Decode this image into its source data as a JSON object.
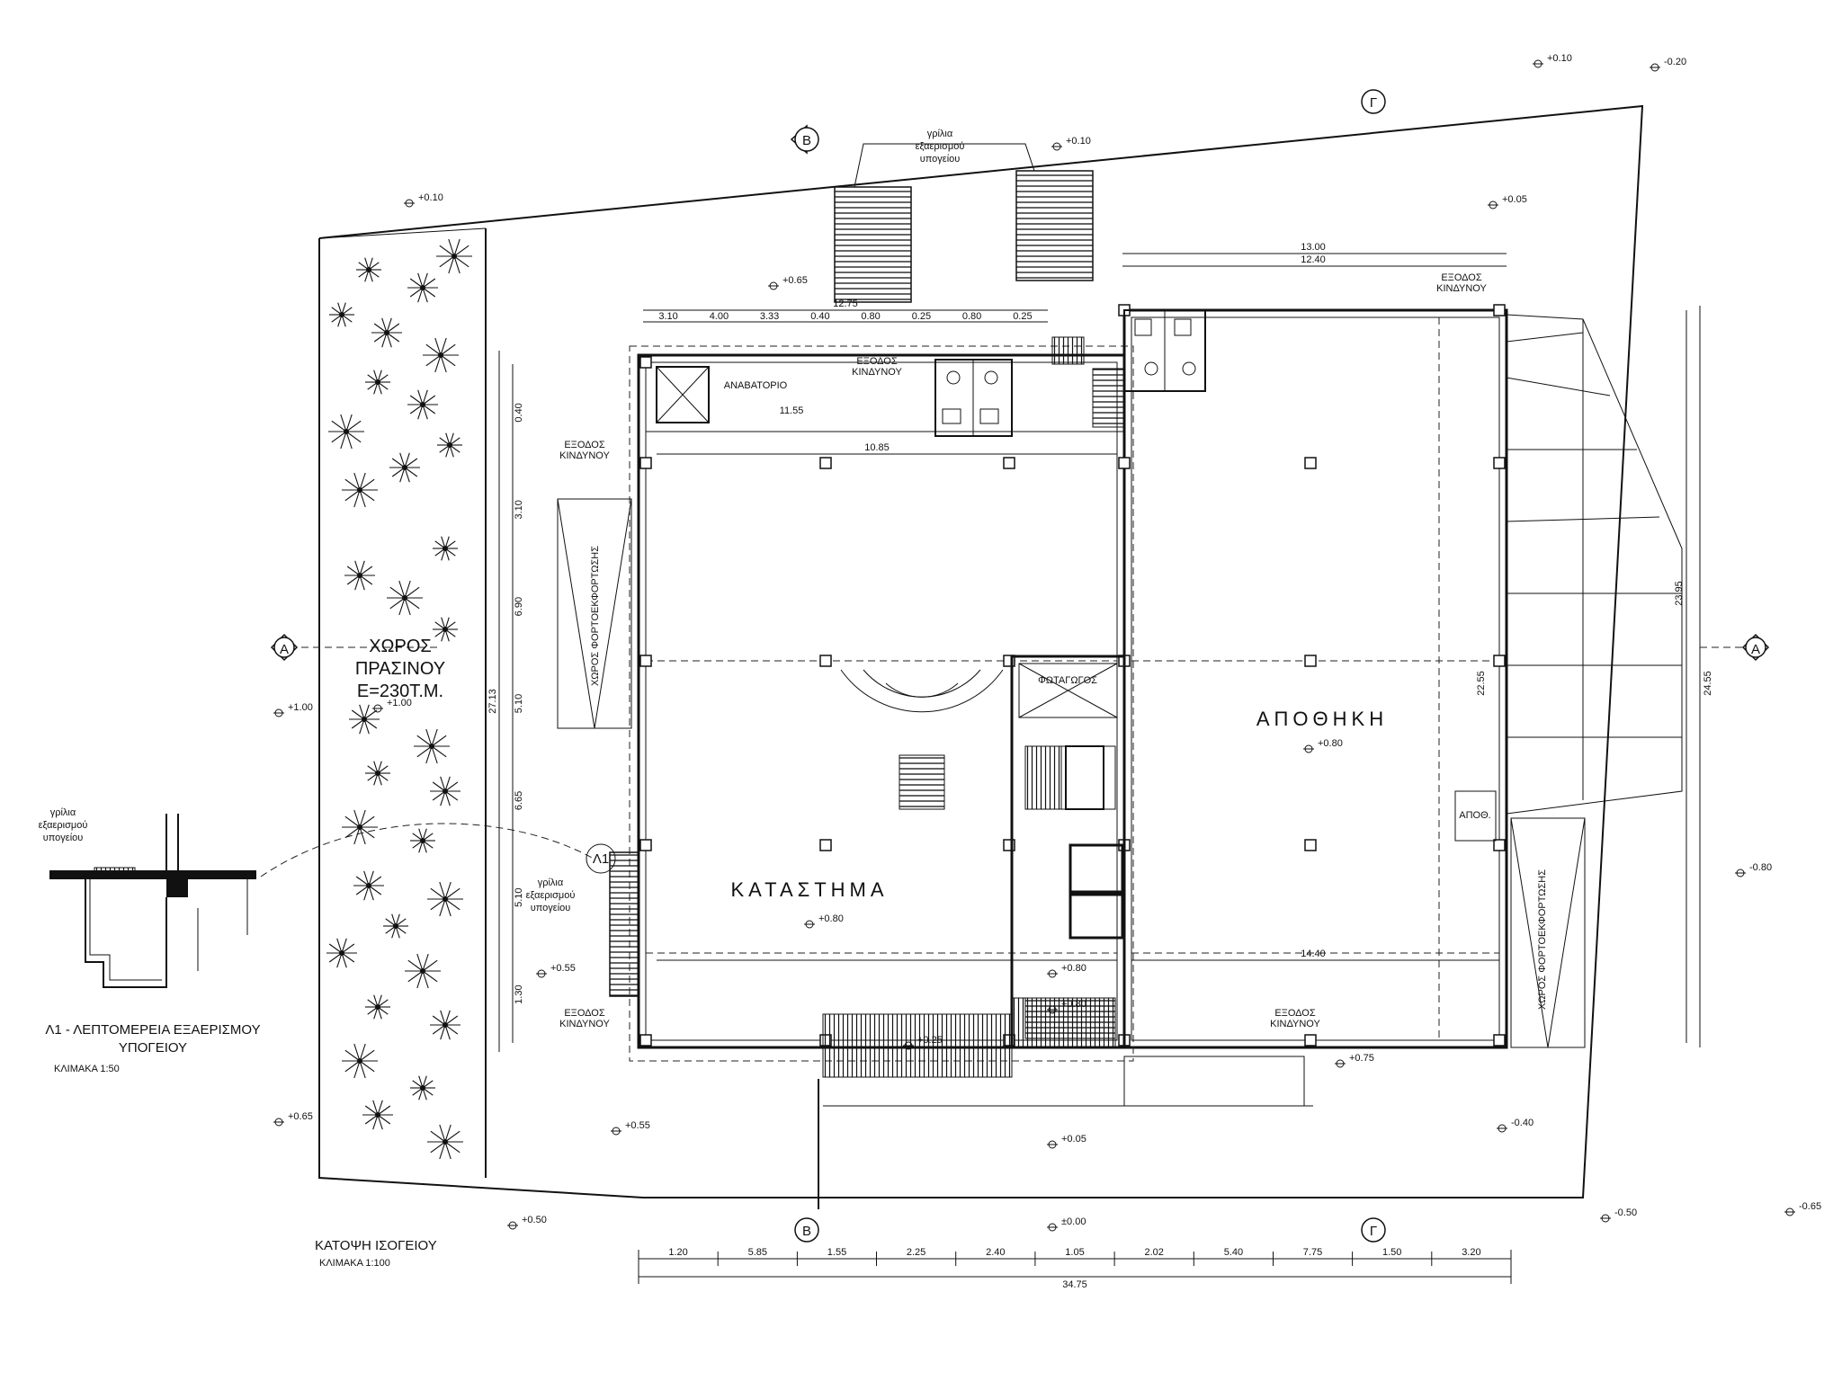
{
  "drawing": {
    "plan_title": "ΚΑΤΟΨΗ ΙΣΟΓΕΙΟΥ",
    "plan_scale": "ΚΛΙΜΑΚΑ 1:100",
    "detail_title": "Λ1 - ΛΕΠΤΟΜΕΡΕΙΑ ΕΞΑΕΡΙΣΜΟΥ",
    "detail_title2": "ΥΠΟΓΕΙΟΥ",
    "detail_scale": "ΚΛΙΜΑΚΑ 1:50",
    "detail_ref": "Λ1"
  },
  "rooms": {
    "green_space_1": "ΧΩΡΟΣ",
    "green_space_2": "ΠΡΑΣΙΝΟΥ",
    "green_space_area": "Ε=230Τ.Μ.",
    "shop": "ΚΑΤΑΣΤΗΜΑ",
    "storage": "ΑΠΟΘΗΚΗ",
    "loading_left": "ΧΩΡΟΣ ΦΟΡΤΟΕΚΦΟΡΤΩΣΗΣ",
    "loading_right": "ΧΩΡΟΣ ΦΟΡΤΟΕΚΦΟΡΤΩΣΗΣ",
    "elevator": "ΑΝΑΒΑΤΟΡΙΟ",
    "lightwell": "ΦΩΤΑΓΩΓΟΣ",
    "storeroom": "ΑΠΟΘ."
  },
  "labels": {
    "vent_top_1": "γρίλια",
    "vent_top_2": "εξαερισμού",
    "vent_top_3": "υπογείου",
    "vent_left_1": "γρίλια",
    "vent_left_2": "εξαερισμού",
    "vent_left_3": "υπογείου",
    "detail_vent_1": "γρίλια",
    "detail_vent_2": "εξαερισμού",
    "detail_vent_3": "υπογείου",
    "exit_1": "ΕΞΟΔΟΣ",
    "exit_2": "ΚΙΝΔΥΝΟΥ"
  },
  "sections": {
    "a": "Α",
    "b": "Β",
    "g": "Γ"
  },
  "levels": {
    "top_right_1": "+0.10",
    "top_right_2": "-0.20",
    "top_mid": "+0.10",
    "top_left": "+0.10",
    "right_upper": "+0.05",
    "left_court": "+0.65",
    "green_left": "+1.00",
    "green_inner": "+1.00",
    "shop": "+0.80",
    "storage": "+0.80",
    "corridor_1": "+0.80",
    "corridor_2": "+0.80",
    "side_left": "+0.55",
    "green_bottom": "+0.65",
    "court_bottom": "+0.55",
    "entry_stair": "+0.25",
    "right_entry": "+0.75",
    "front_mid": "+0.05",
    "front_right": "-0.40",
    "right_edge": "-0.80",
    "bottom_left": "+0.50",
    "bottom_mid": "±0.00",
    "bottom_right": "-0.50",
    "bottom_far_right": "-0.65"
  },
  "dimensions": {
    "top_total": "12.75",
    "top_segments": [
      "3.10",
      "4.00",
      "3.33",
      "0.40",
      "0.80",
      "0.25",
      "0.80",
      "0.25"
    ],
    "right_top_total": "13.00",
    "right_top_inner": "12.40",
    "left_vertical": "27.13",
    "left_inner": [
      "0.40",
      "3.10",
      "6.90",
      "5.10",
      "6.65",
      "5.10",
      "1.30"
    ],
    "right_vertical": "24.55",
    "right_inner": "23.95",
    "mid_vertical": "22.55",
    "shop_width": "10.85",
    "shop_width_inner": "11.55",
    "storage_width": "14.40",
    "bottom_total": "34.75",
    "bottom_segments": [
      "1.20",
      "5.85",
      "1.55",
      "2.25",
      "2.40",
      "1.05",
      "2.02",
      "5.40",
      "7.75",
      "1.50",
      "3.20"
    ]
  }
}
